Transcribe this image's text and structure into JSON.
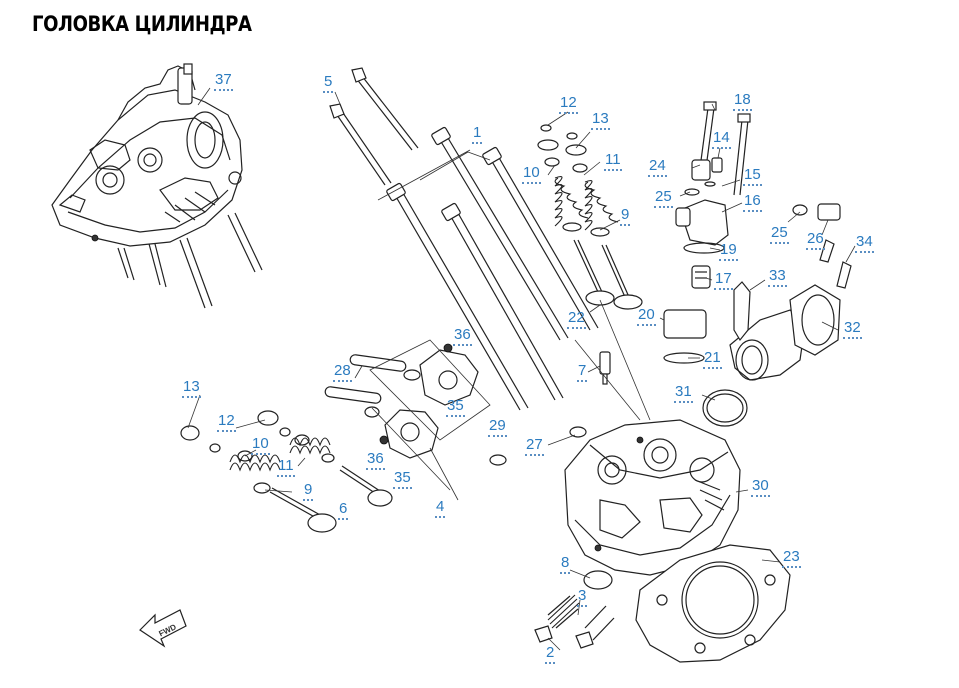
{
  "title": "ГОЛОВКА ЦИЛИНДРА",
  "fwd_label": "FWD",
  "callouts": [
    {
      "id": "c37",
      "text": "37"
    },
    {
      "id": "c5",
      "text": "5"
    },
    {
      "id": "c1",
      "text": "1"
    },
    {
      "id": "c12a",
      "text": "12"
    },
    {
      "id": "c13a",
      "text": "13"
    },
    {
      "id": "c10a",
      "text": "10"
    },
    {
      "id": "c11a",
      "text": "11"
    },
    {
      "id": "c9a",
      "text": "9"
    },
    {
      "id": "c18",
      "text": "18"
    },
    {
      "id": "c14",
      "text": "14"
    },
    {
      "id": "c24",
      "text": "24"
    },
    {
      "id": "c15",
      "text": "15"
    },
    {
      "id": "c25a",
      "text": "25"
    },
    {
      "id": "c16",
      "text": "16"
    },
    {
      "id": "c25b",
      "text": "25"
    },
    {
      "id": "c26",
      "text": "26"
    },
    {
      "id": "c34",
      "text": "34"
    },
    {
      "id": "c19",
      "text": "19"
    },
    {
      "id": "c17",
      "text": "17"
    },
    {
      "id": "c33",
      "text": "33"
    },
    {
      "id": "c32",
      "text": "32"
    },
    {
      "id": "c22",
      "text": "22"
    },
    {
      "id": "c20",
      "text": "20"
    },
    {
      "id": "c36a",
      "text": "36"
    },
    {
      "id": "c21",
      "text": "21"
    },
    {
      "id": "c28",
      "text": "28"
    },
    {
      "id": "c7",
      "text": "7"
    },
    {
      "id": "c35a",
      "text": "35"
    },
    {
      "id": "c31",
      "text": "31"
    },
    {
      "id": "c29",
      "text": "29"
    },
    {
      "id": "c13b",
      "text": "13"
    },
    {
      "id": "c12b",
      "text": "12"
    },
    {
      "id": "c27",
      "text": "27"
    },
    {
      "id": "c10b",
      "text": "10"
    },
    {
      "id": "c36b",
      "text": "36"
    },
    {
      "id": "c11b",
      "text": "11"
    },
    {
      "id": "c35b",
      "text": "35"
    },
    {
      "id": "c30",
      "text": "30"
    },
    {
      "id": "c9b",
      "text": "9"
    },
    {
      "id": "c4",
      "text": "4"
    },
    {
      "id": "c6",
      "text": "6"
    },
    {
      "id": "c23",
      "text": "23"
    },
    {
      "id": "c8",
      "text": "8"
    },
    {
      "id": "c3",
      "text": "3"
    },
    {
      "id": "c2",
      "text": "2"
    }
  ]
}
